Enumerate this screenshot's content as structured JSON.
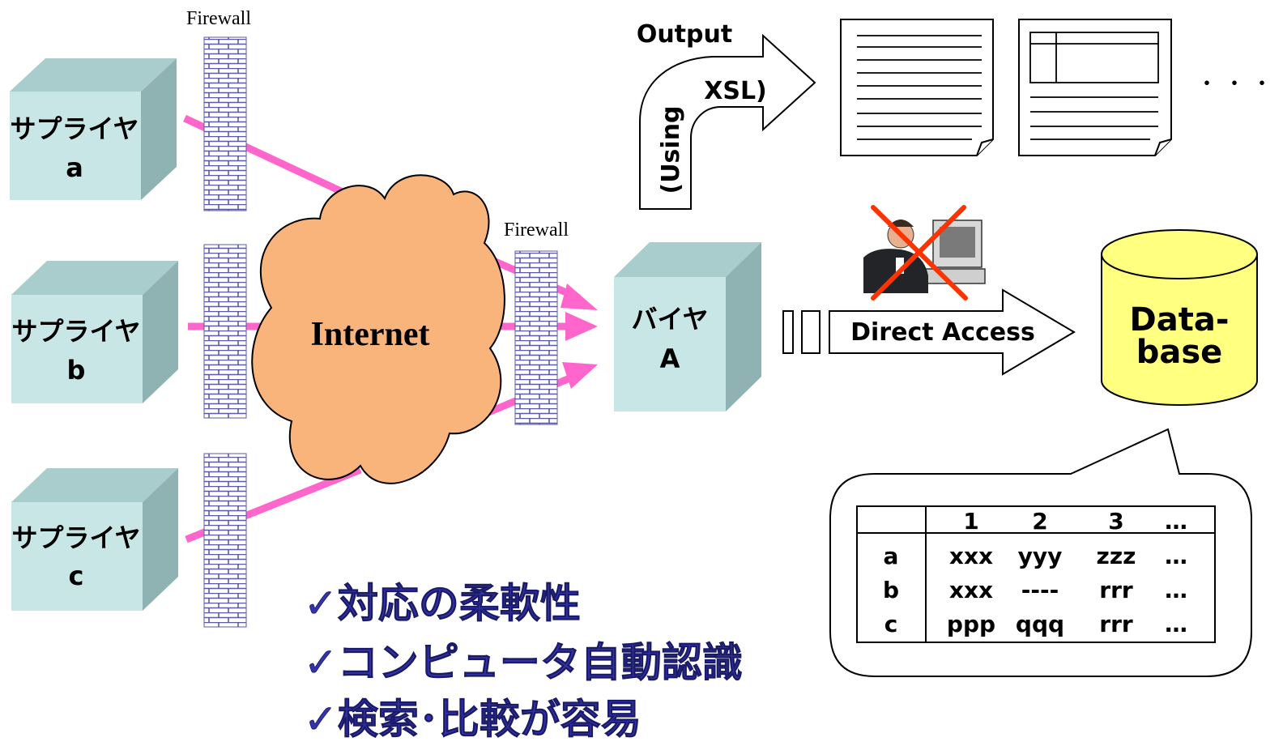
{
  "firewall_label": "Firewall",
  "suppliers": [
    {
      "name": "サプライヤ",
      "id": "a"
    },
    {
      "name": "サプライヤ",
      "id": "b"
    },
    {
      "name": "サプライヤ",
      "id": "c"
    }
  ],
  "internet_label": "Internet",
  "buyer": {
    "name": "バイヤ",
    "id": "A"
  },
  "output": {
    "title": "Output",
    "using": "(Using",
    "xsl": "XSL)"
  },
  "ellipsis": "・・・",
  "direct_access": "Direct Access",
  "database": {
    "line1": "Data-",
    "line2": "base"
  },
  "table": {
    "headers": [
      "",
      "1",
      "2",
      "3",
      "…"
    ],
    "rows": [
      [
        "a",
        "xxx",
        "yyy",
        "zzz",
        "…"
      ],
      [
        "b",
        "xxx",
        "----",
        "rrr",
        "…"
      ],
      [
        "c",
        "ppp",
        "qqq",
        "rrr",
        "…"
      ]
    ]
  },
  "benefits": [
    "✓対応の柔軟性",
    "✓コンピュータ自動認識",
    "✓検索･比較が容易"
  ],
  "colors": {
    "box_front": "#c8e6e6",
    "box_side": "#8fb3b3",
    "box_top": "#a9cccc",
    "link": "#ff66cc",
    "cloud": "#f9b47c",
    "firewall_brick": "#5a5aa8",
    "database": "#ffff80",
    "benefit_text": "#3333aa",
    "cross": "#ff3300"
  }
}
